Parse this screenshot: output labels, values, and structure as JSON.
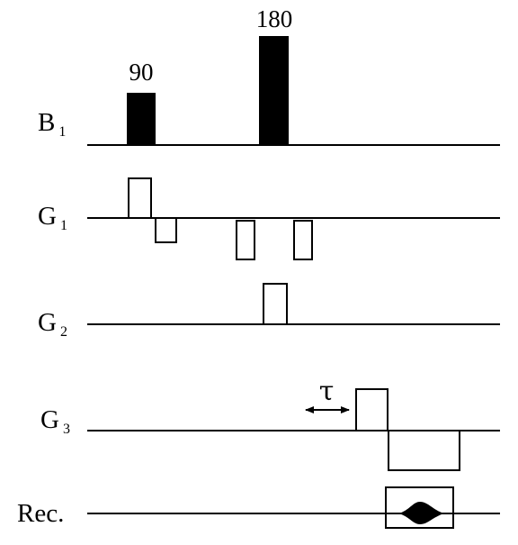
{
  "channels": {
    "b1": {
      "label": "B",
      "subscript": "1"
    },
    "g1": {
      "label": "G",
      "subscript": "1"
    },
    "g2": {
      "label": "G",
      "subscript": "2"
    },
    "g3": {
      "label": "G",
      "subscript": "3"
    },
    "rec": {
      "label": "Rec."
    }
  },
  "pulses": {
    "rf90": "90",
    "rf180": "180"
  },
  "delay": {
    "symbol": "τ"
  },
  "colors": {
    "line": "#000000",
    "pulse_fill": "#000000",
    "gradient_fill": "#ffffff"
  }
}
